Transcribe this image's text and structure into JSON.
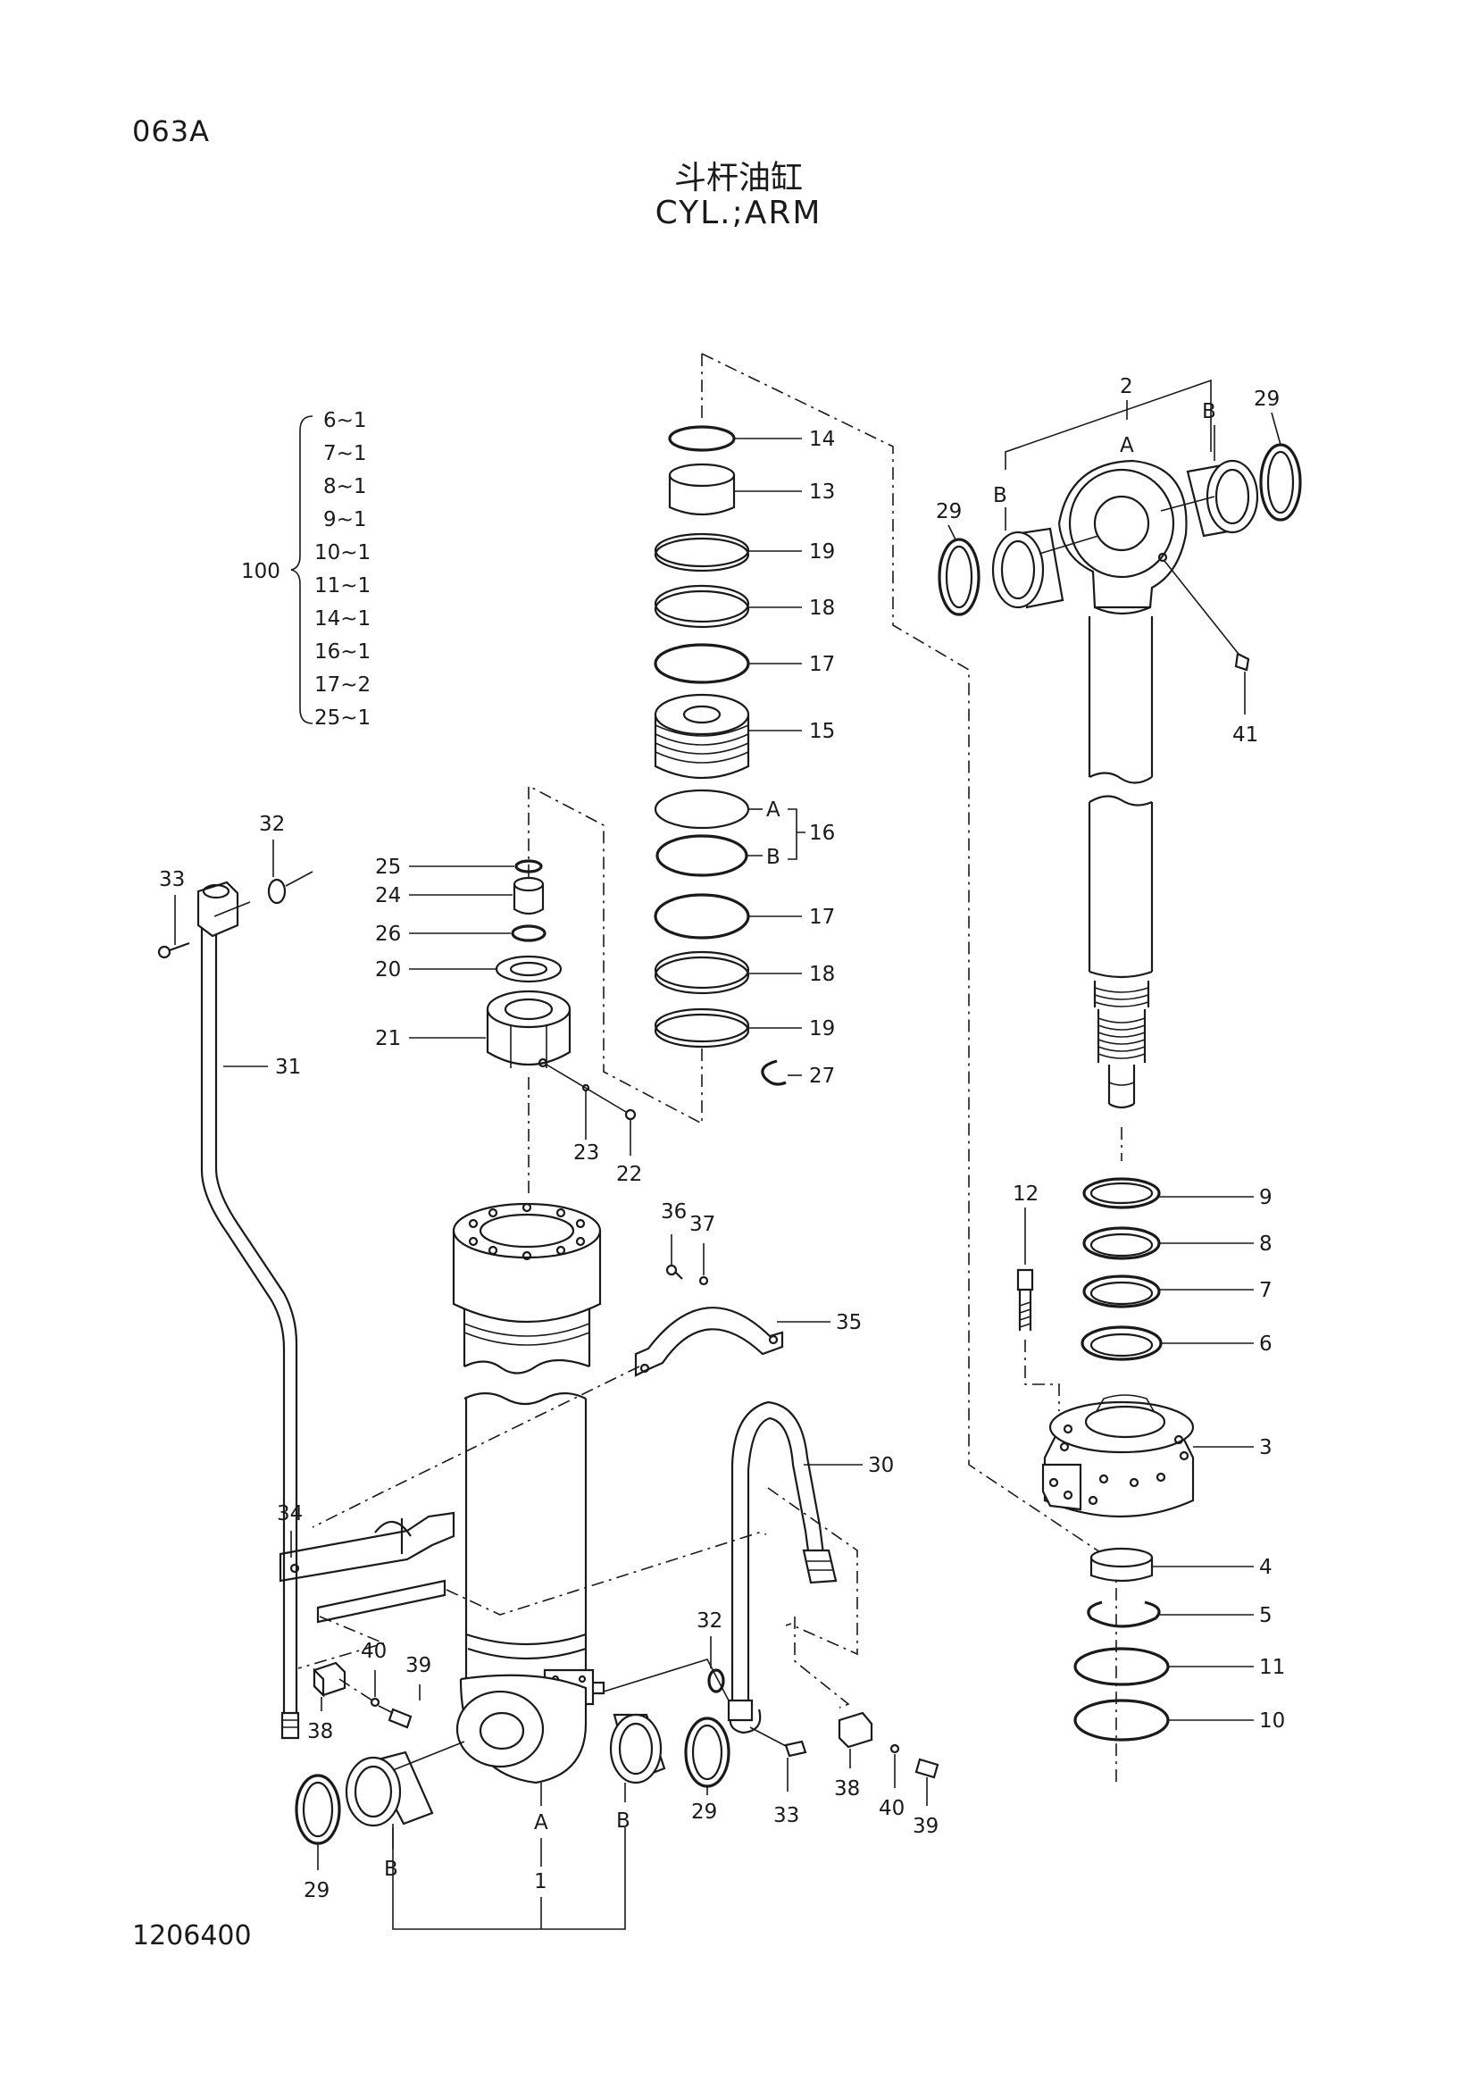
{
  "header": {
    "page_code": "063A",
    "title_cn": "斗杆油缸",
    "title_en": "CYL.;ARM"
  },
  "footer": {
    "doc_number": "1206400"
  },
  "kit": {
    "number": "100",
    "items": [
      "6~1",
      "7~1",
      "8~1",
      "9~1",
      "10~1",
      "11~1",
      "14~1",
      "16~1",
      "17~2",
      "25~1"
    ]
  },
  "callouts": {
    "c1": "1",
    "c2": "2",
    "c3": "3",
    "c4": "4",
    "c5": "5",
    "c6": "6",
    "c7": "7",
    "c8": "8",
    "c9": "9",
    "c10": "10",
    "c11": "11",
    "c12": "12",
    "c13": "13",
    "c14": "14",
    "c15": "15",
    "c16": "16",
    "c17a": "17",
    "c17b": "17",
    "c18a": "18",
    "c18b": "18",
    "c19a": "19",
    "c19b": "19",
    "c20": "20",
    "c21": "21",
    "c22": "22",
    "c23": "23",
    "c24": "24",
    "c25": "25",
    "c26": "26",
    "c27": "27",
    "c29a": "29",
    "c29b": "29",
    "c29c": "29",
    "c29d": "29",
    "c30": "30",
    "c31": "31",
    "c32a": "32",
    "c32b": "32",
    "c33a": "33",
    "c33b": "33",
    "c34": "34",
    "c35": "35",
    "c36": "36",
    "c37": "37",
    "c38a": "38",
    "c38b": "38",
    "c39a": "39",
    "c39b": "39",
    "c40a": "40",
    "c40b": "40",
    "c41": "41"
  },
  "letters": {
    "a": "A",
    "b": "B"
  }
}
